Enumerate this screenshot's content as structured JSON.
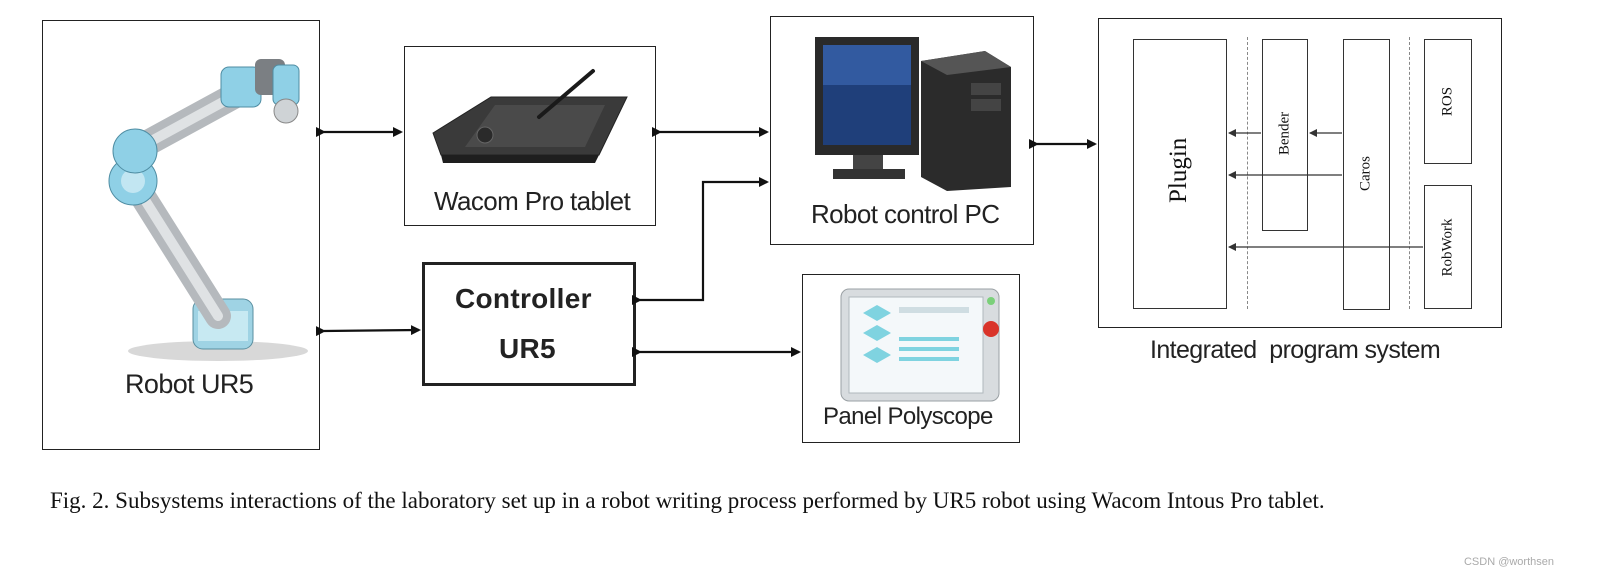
{
  "nodes": {
    "robot": {
      "label": "Robot UR5"
    },
    "tablet": {
      "label": "Wacom Pro tablet"
    },
    "pc": {
      "label": "Robot control PC"
    },
    "controller": {
      "line1": "Controller",
      "line2": "UR5"
    },
    "panel": {
      "label": "Panel Polyscope"
    },
    "system": {
      "label": "Integrated  program system",
      "modules": {
        "plugin": "Plugin",
        "bender": "Bender",
        "caros": "Caros",
        "ros": "ROS",
        "robwork": "RobWork"
      }
    }
  },
  "caption": "Fig. 2. Subsystems interactions of the laboratory set up in a robot writing process performed by UR5 robot using Wacom Intous Pro tablet.",
  "watermark": "CSDN @worthsen",
  "colors": {
    "line": "#111111",
    "robot_joint": "#8fd0e6",
    "robot_link": "#b8bcc0",
    "tablet": "#3a3a3a",
    "pc_screen": "#1f3f7a",
    "panel_screen": "#a9e6f0",
    "panel_button": "#d9342a"
  }
}
